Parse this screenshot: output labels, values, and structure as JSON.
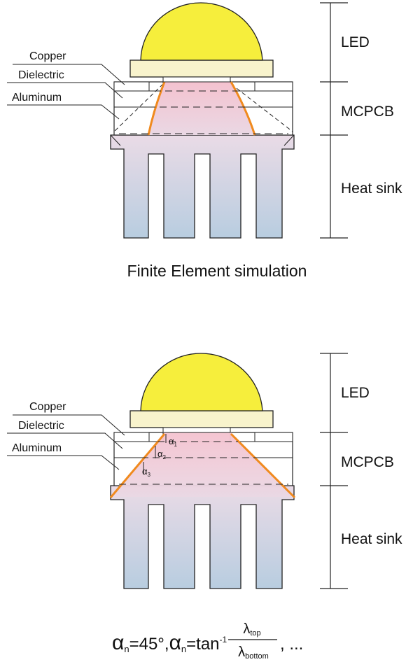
{
  "top": {
    "labels": {
      "copper": "Copper",
      "dielectric": "Dielectric",
      "aluminum": "Aluminum",
      "led": "LED",
      "mcpcb": "MCPCB",
      "heat_sink": "Heat sink"
    },
    "caption": "Finite Element simulation"
  },
  "bottom": {
    "labels": {
      "copper": "Copper",
      "dielectric": "Dielectric",
      "aluminum": "Aluminum",
      "led": "LED",
      "mcpcb": "MCPCB",
      "heat_sink": "Heat sink"
    },
    "angles": {
      "a1": "α",
      "a1_sub": "1",
      "a2": "α",
      "a2_sub": "2",
      "a3": "α",
      "a3_sub": "3"
    },
    "formula": {
      "alpha": "α",
      "sub_n": "n",
      "eq1": "=45°,",
      "eq2": "=tan",
      "sup": "-1",
      "lambda": "λ",
      "top_sub": "top",
      "bottom_sub": "bottom",
      "tail": ", ..."
    }
  },
  "colors": {
    "dome": "#f6ee3c",
    "led_base": "#f8f3cc",
    "cone_stroke": "#f08a1e",
    "cone_fill": "#f4c2cf",
    "sink_top": "#eadbe6",
    "sink_bottom": "#b8cde0"
  }
}
